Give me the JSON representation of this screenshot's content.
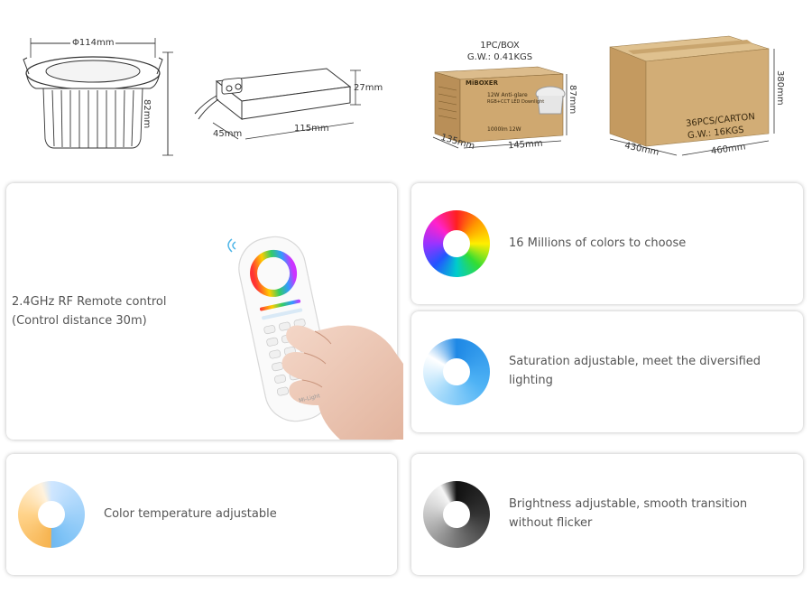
{
  "product_dims": {
    "downlight_diameter": "Φ114mm",
    "downlight_height": "82mm",
    "driver_height": "27mm",
    "driver_width": "45mm",
    "driver_length": "115mm"
  },
  "box": {
    "qty": "1PC/BOX",
    "weight": "G.W.: 0.41KGS",
    "height": "87mm",
    "depth": "135mm",
    "width": "145mm",
    "brand": "MiBOXER",
    "product_line1": "12W Anti-glare",
    "product_line2": "RGB+CCT LED Downlight",
    "lumens": "1000lm",
    "watt": "12W"
  },
  "carton": {
    "qty": "36PCS/CARTON",
    "weight": "G.W.: 16KGS",
    "height": "380mm",
    "depth": "430mm",
    "width": "460mm"
  },
  "remote": {
    "line1": "2.4GHz RF Remote control",
    "line2": "(Control distance 30m)",
    "brand": "Mi-Light"
  },
  "features": [
    {
      "text": "16 Millions of colors to choose"
    },
    {
      "text": "Saturation adjustable, meet the diversified lighting"
    },
    {
      "text": "Color temperature adjustable"
    },
    {
      "text": "Brightness adjustable, smooth transition without flicker"
    }
  ],
  "colors": {
    "card_bg": "#ffffff",
    "text": "#555555",
    "cardboard": "#cba673"
  }
}
